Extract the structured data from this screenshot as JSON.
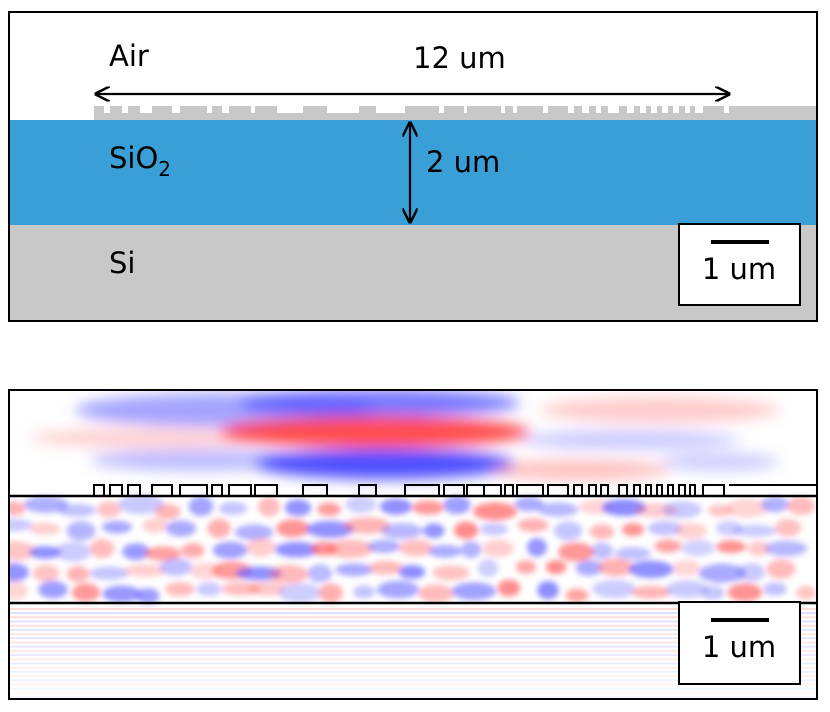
{
  "top_panel": {
    "labels": {
      "air": "Air",
      "substrate": "Si",
      "oxide_main": "SiO",
      "oxide_sub": "2"
    },
    "dimensions": {
      "width": "12 um",
      "thickness": "2 um"
    },
    "scale_bar": "1 um"
  },
  "bottom_panel": {
    "scale_bar": "1 um"
  },
  "colors": {
    "oxide": "#3a9fd6",
    "silicon": "#c8c8c8",
    "field_positive": "#ff3b3b",
    "field_negative": "#3b3bff"
  }
}
